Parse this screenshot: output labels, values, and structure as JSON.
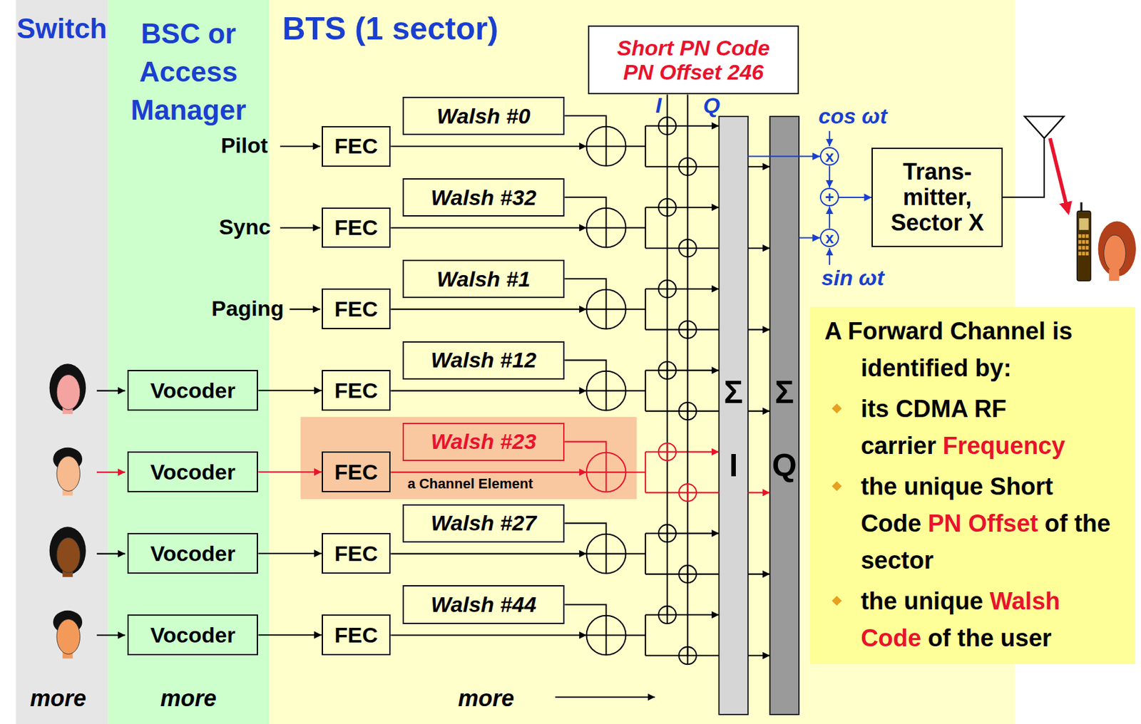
{
  "diagram": {
    "nodes": [
      {
        "text": [
          "Switch",
          "more"
        ]
      },
      {
        "text": [
          "BSC or Access Manager",
          "more"
        ]
      },
      {
        "text": [
          "BTS (1 sector)",
          "more"
        ]
      },
      {
        "text": [
          "Vocoder"
        ],
        "in": 1
      },
      {
        "text": [
          "Vocoder"
        ],
        "in": 1
      },
      {
        "text": [
          "Vocoder"
        ],
        "in": 1
      },
      {
        "text": [
          "Vocoder"
        ],
        "in": 1
      },
      {
        "text": [
          "FEC"
        ],
        "in": 2
      },
      {
        "text": [
          "Walsh #0"
        ],
        "in": 2
      },
      {
        "text": [
          "FEC"
        ],
        "in": 2
      },
      {
        "text": [
          "Walsh #32"
        ],
        "in": 2
      },
      {
        "text": [
          "FEC"
        ],
        "in": 2
      },
      {
        "text": [
          "Walsh #1"
        ],
        "in": 2
      },
      {
        "text": [
          "FEC"
        ],
        "in": 2
      },
      {
        "text": [
          "Walsh #12"
        ],
        "in": 2
      },
      {
        "text": [
          "a Channel Element"
        ],
        "in": 2
      },
      {
        "text": [
          "FEC"
        ],
        "in": 15
      },
      {
        "text": [
          "Walsh #23"
        ],
        "in": 15
      },
      {
        "text": [
          "FEC"
        ],
        "in": 2
      },
      {
        "text": [
          "Walsh #27"
        ],
        "in": 2
      },
      {
        "text": [
          "FEC"
        ],
        "in": 2
      },
      {
        "text": [
          "Walsh #44"
        ],
        "in": 2
      },
      {
        "text": [
          "Short PN Code PN Offset 246"
        ],
        "in": 2
      },
      {
        "text": [
          "Σ",
          "I"
        ],
        "in": 2
      },
      {
        "text": [
          "Σ",
          "Q"
        ],
        "in": 2
      },
      {
        "text": [
          "x"
        ],
        "in": 2
      },
      {
        "text": [
          "+"
        ],
        "in": 2
      },
      {
        "text": [
          "x"
        ],
        "in": 2
      },
      {
        "text": [
          "Trans- mitter, Sector X"
        ],
        "in": 2
      },
      {
        "text": [
          "A Forward Channel is identified by:",
          "its CDMA RF carrier",
          "Frequency",
          "the unique Short Code",
          "PN Offset",
          "of the sector",
          "the unique",
          "Walsh Code",
          "of the user"
        ]
      }
    ],
    "edges": [
      {
        "from": 3,
        "to": 13,
        "arrow": "to"
      },
      {
        "from": 4,
        "to": 16,
        "arrow": "to"
      },
      {
        "from": 5,
        "to": 18,
        "arrow": "to"
      },
      {
        "from": 6,
        "to": 20,
        "arrow": "to"
      },
      {
        "from": 23,
        "to": 25,
        "arrow": "to"
      },
      {
        "from": 24,
        "to": 27,
        "arrow": "to"
      },
      {
        "from": 25,
        "to": 26,
        "arrow": "to"
      },
      {
        "from": 27,
        "to": 26,
        "arrow": "to"
      },
      {
        "from": 26,
        "to": 28,
        "arrow": "to"
      }
    ],
    "labels": [
      "Pilot",
      "Sync",
      "Paging",
      "I",
      "Q",
      "cos ωt",
      "sin ωt"
    ]
  }
}
